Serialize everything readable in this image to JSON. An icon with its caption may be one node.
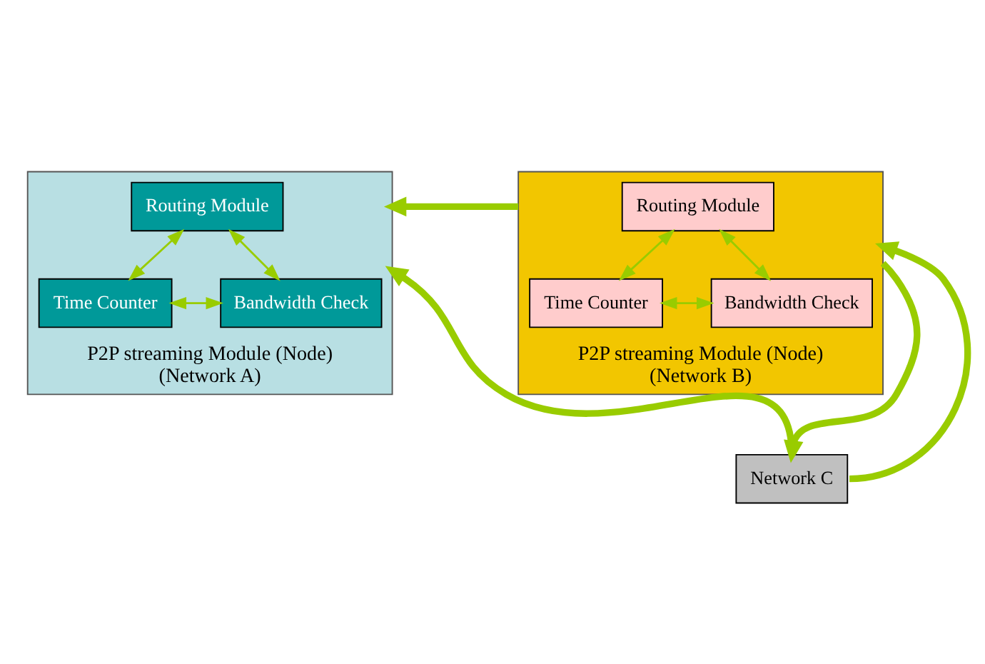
{
  "diagram": {
    "nodes": [
      {
        "text": [
          "P2P streaming Module (Node)",
          "(Network A)"
        ]
      },
      {
        "text": [
          "Routing Module"
        ],
        "in": 0
      },
      {
        "text": [
          "Time Counter"
        ],
        "in": 0
      },
      {
        "text": [
          "Bandwidth Check"
        ],
        "in": 0
      },
      {
        "text": [
          "P2P streaming Module (Node)",
          "(Network B)"
        ]
      },
      {
        "text": [
          "Routing Module"
        ],
        "in": 4
      },
      {
        "text": [
          "Time Counter"
        ],
        "in": 4
      },
      {
        "text": [
          "Bandwidth Check"
        ],
        "in": 4
      },
      {
        "text": [
          "Network C"
        ]
      }
    ],
    "edges": [
      {
        "from": 1,
        "to": 2,
        "arrow": "both"
      },
      {
        "from": 1,
        "to": 3,
        "arrow": "both"
      },
      {
        "from": 2,
        "to": 3,
        "arrow": "both"
      },
      {
        "from": 5,
        "to": 6,
        "arrow": "both"
      },
      {
        "from": 5,
        "to": 7,
        "arrow": "both"
      },
      {
        "from": 6,
        "to": 7,
        "arrow": "both"
      },
      {
        "from": 4,
        "to": 0,
        "arrow": "to",
        "style": "thick"
      },
      {
        "from": 4,
        "to": 8,
        "arrow": "to",
        "style": "thick"
      },
      {
        "from": 8,
        "to": 4,
        "arrow": "to",
        "style": "thick"
      },
      {
        "from": 8,
        "to": 0,
        "arrow": "to",
        "style": "thick"
      }
    ]
  }
}
